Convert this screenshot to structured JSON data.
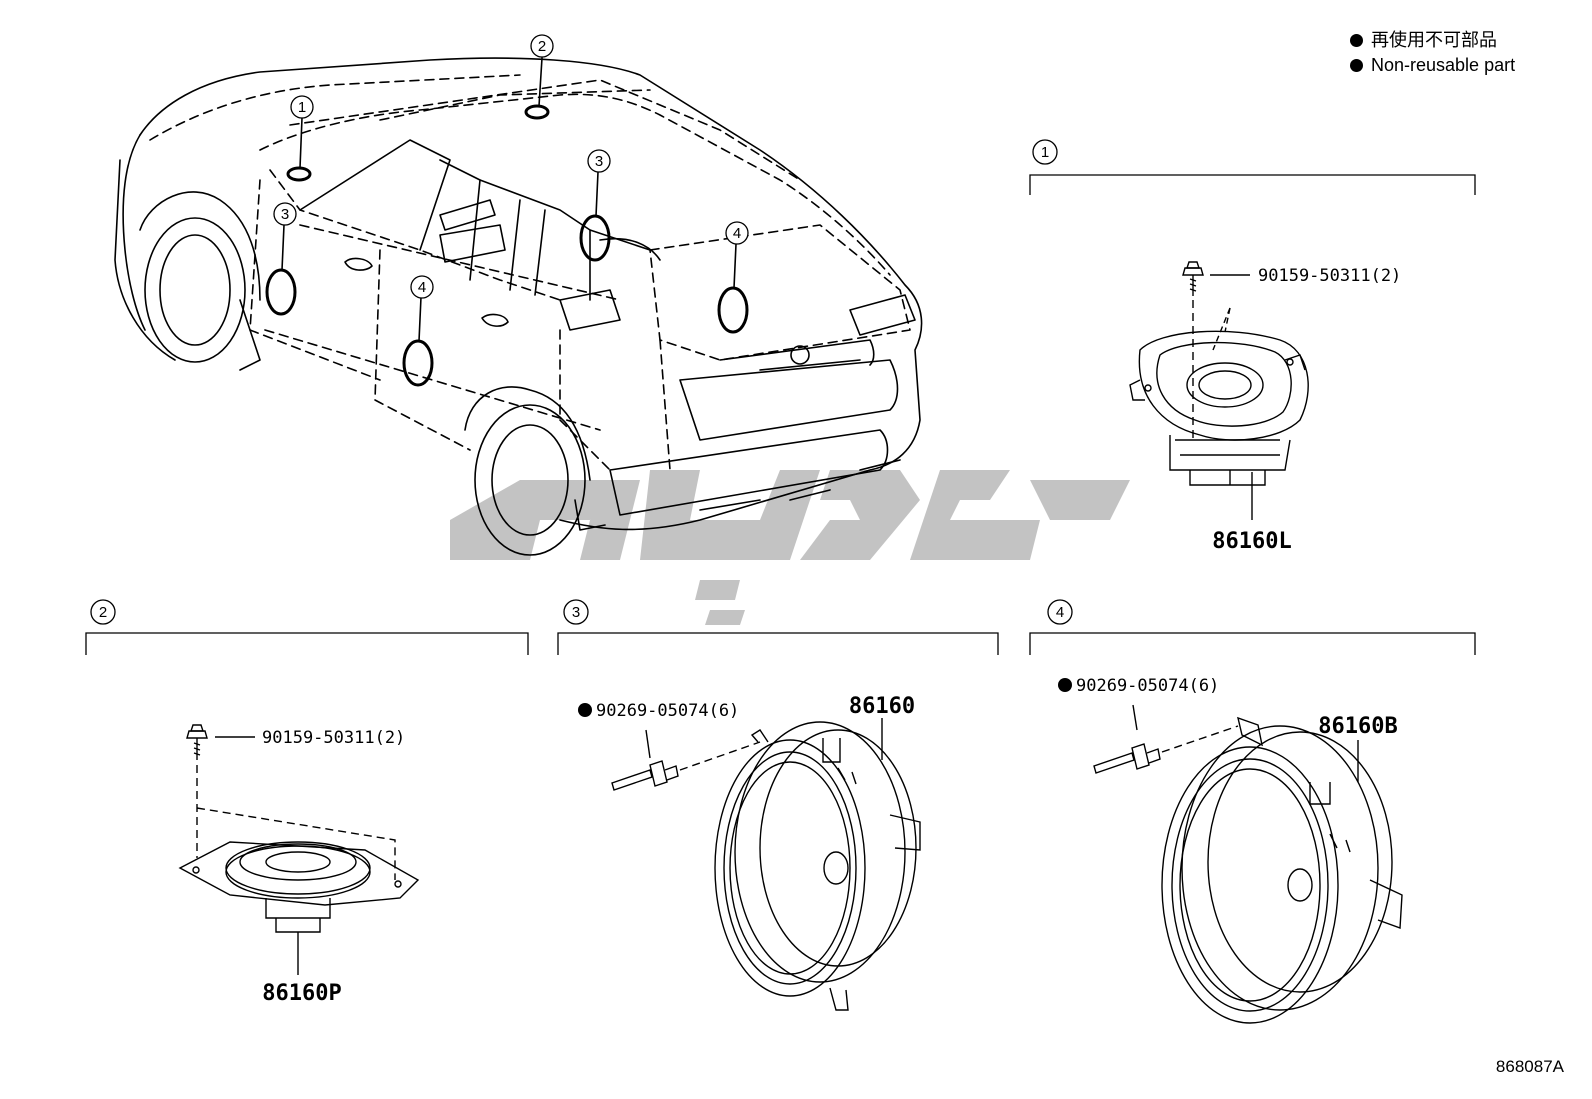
{
  "legend": {
    "items": [
      {
        "text": "再使用不可部品",
        "symbol": "filled-circle"
      },
      {
        "text": "Non-reusable part",
        "symbol": "filled-circle"
      }
    ]
  },
  "callouts": [
    "1",
    "2",
    "3",
    "4"
  ],
  "sections": [
    {
      "index": "1",
      "parts": [
        {
          "code": "90159-50311(2)"
        },
        {
          "code": "86160L"
        }
      ]
    },
    {
      "index": "2",
      "parts": [
        {
          "code": "90159-50311(2)"
        },
        {
          "code": "86160P"
        }
      ]
    },
    {
      "index": "3",
      "parts": [
        {
          "code": "90269-05074(6)",
          "non_reusable": true
        },
        {
          "code": "86160"
        }
      ]
    },
    {
      "index": "4",
      "parts": [
        {
          "code": "90269-05074(6)",
          "non_reusable": true
        },
        {
          "code": "86160B"
        }
      ]
    }
  ],
  "diagram_id": "868087A",
  "colors": {
    "line": "#000000",
    "watermark": "#bdbdbd",
    "background": "#ffffff"
  }
}
